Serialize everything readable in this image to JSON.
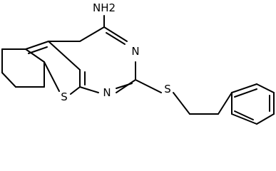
{
  "structure": {
    "atoms": {
      "amine": "NH2",
      "n3": "N",
      "n1": "N",
      "s_ring": "S",
      "s_thioether": "S"
    },
    "colors": {
      "bond": "#000000",
      "text": "#000000",
      "background": "#ffffff"
    }
  }
}
